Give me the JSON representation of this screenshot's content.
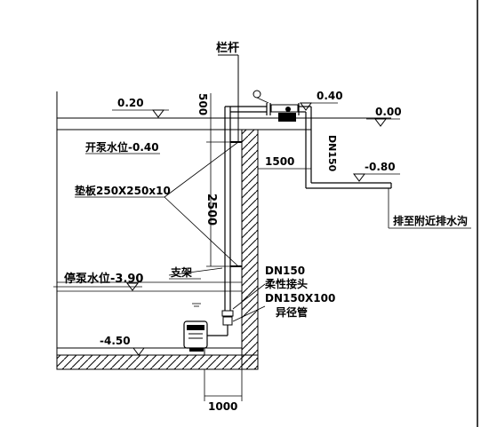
{
  "labels": {
    "railing": "栏杆",
    "pipe_dn150": "DN150",
    "level_020": "0.20",
    "level_040": "0.40",
    "level_000": "0.00",
    "level_m080": "-0.80",
    "level_m450": "-4.50",
    "pump_start_level": "开泵水位-0.40",
    "pump_stop_level": "停泵水位-3.90",
    "pad_plate": "垫板250X250x10",
    "bracket": "支架",
    "discharge_note": "排至附近排水沟",
    "dim_500": "500",
    "dim_2500": "2500",
    "dim_1500": "1500",
    "dim_1000": "1000",
    "flex_dn150": "DN150",
    "flex_joint": "柔性接头",
    "reducer_size": "DN150X100",
    "reducer": "异径管"
  }
}
